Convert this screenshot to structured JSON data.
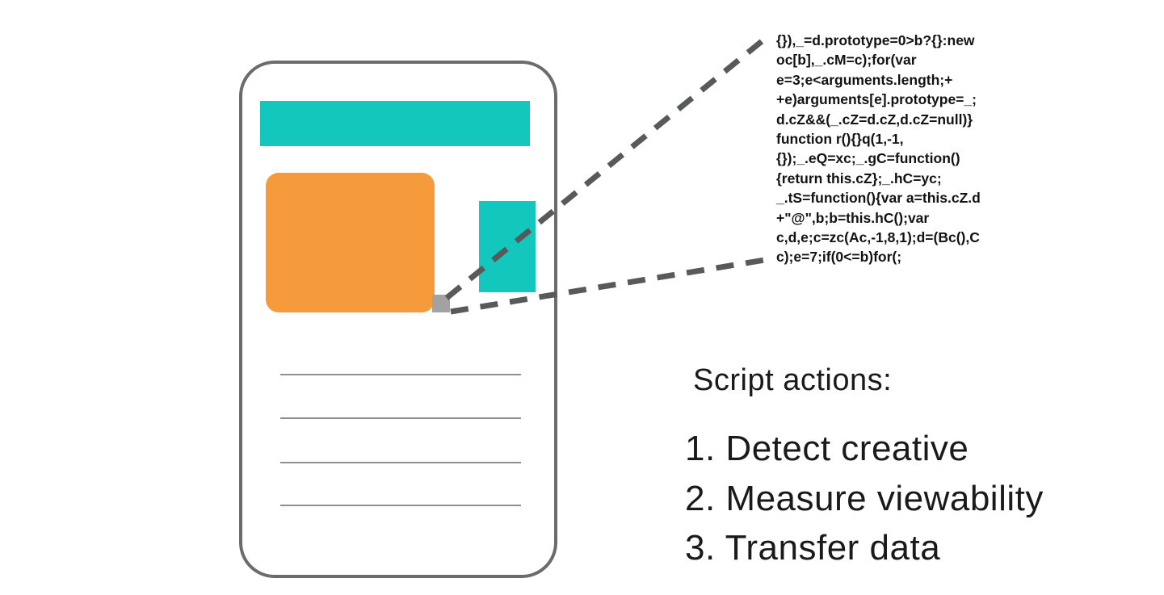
{
  "colors": {
    "teal": "#13c7bd",
    "orange": "#f59b3b",
    "frame_border": "#6a6b6e",
    "dash": "#58595b",
    "text_line": "#8f9093",
    "pixel_gray": "#a2a2a2",
    "code_text": "#121212",
    "body_text": "#1a1a1a",
    "background": "#ffffff"
  },
  "code": {
    "lines": [
      "{}),_=d.prototype=0>b?{}:new",
      "oc[b],_.cM=c);for(var",
      "e=3;e<arguments.length;+",
      "+e)arguments[e].prototype=_;",
      "d.cZ&&(_.cZ=d.cZ,d.cZ=null)}",
      "function r(){}q(1,-1,",
      "{});_.eQ=xc;_.gC=function()",
      "{return this.cZ};_.hC=yc;",
      "_.tS=function(){var a=this.cZ.d",
      "+\"@\",b;b=this.hC();var",
      "c,d,e;c=zc(Ac,-1,8,1);d=(Bc(),C",
      "c);e=7;if(0<=b)for(;"
    ]
  },
  "actions": {
    "title": "Script actions:",
    "items": [
      "1. Detect creative",
      "2. Measure viewability",
      "3. Transfer data"
    ]
  }
}
